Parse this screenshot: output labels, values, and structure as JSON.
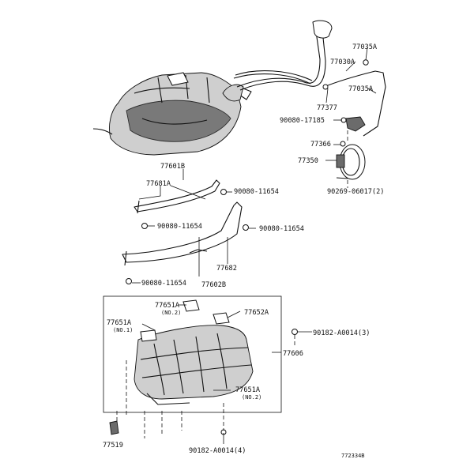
{
  "labels": {
    "p77035a_top": "77035A",
    "p77030a": "77030A",
    "p77035a_mid": "77035A",
    "p77377": "77377",
    "p90080_17185": "90080-17185",
    "p77366": "77366",
    "p77350": "77350",
    "p90269": "90269-06017(2)",
    "p77601b": "77601B",
    "p77681a": "77681A",
    "p90080_11654_a": "90080-11654",
    "p90080_11654_b": "90080-11654",
    "p90080_11654_c": "90080-11654",
    "p90080_11654_d": "90080-11654",
    "p77682": "77682",
    "p77602b": "77602B",
    "p77651a_1": "77651A",
    "p77651a_1_sub": "(NO.2)",
    "p77652a": "77652A",
    "p77651a_2": "77651A",
    "p77651a_2_sub": "(NO.1)",
    "p90182_3": "90182-A0014(3)",
    "p77606": "77606",
    "p77651a_3": "77651A",
    "p77651a_3_sub": "(NO.2)",
    "p77519": "77519",
    "p90182_4": "90182-A0014(4)",
    "ref_code": "772334B"
  }
}
